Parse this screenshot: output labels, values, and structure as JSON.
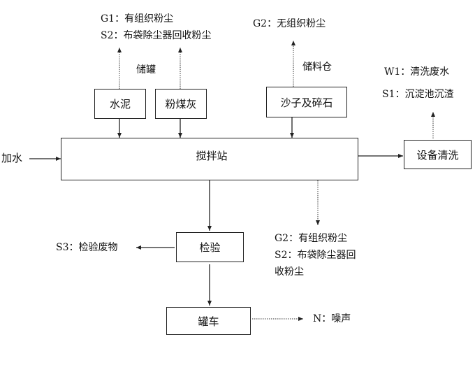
{
  "nodes": {
    "cement": "水泥",
    "flyash": "粉煤灰",
    "sand_gravel": "沙子及碎石",
    "mixing_station": "搅拌站",
    "equipment_cleaning": "设备清洗",
    "inspection": "检验",
    "tank_truck": "罐车"
  },
  "labels": {
    "storage_tank": "储罐",
    "storage_bin": "储料仓",
    "add_water": "加水",
    "g1_code": "G1：",
    "g1_text": "有组织粉尘",
    "s2_top_code": "S2：",
    "s2_top_text": "布袋除尘器回收粉尘",
    "g2_top_code": "G2：",
    "g2_top_text": "无组织粉尘",
    "w1_code": "W1：",
    "w1_text": "清洗废水",
    "s1_code": "S1：",
    "s1_text": "沉淀池沉渣",
    "g2_bottom_code": "G2：",
    "g2_bottom_text": "有组织粉尘",
    "s2_bottom_code": "S2：",
    "s2_bottom_text_line1": "布袋除尘器回",
    "s2_bottom_text_line2": "收粉尘",
    "s3_code": "S3：",
    "s3_text": "检验废物",
    "n_code": "N：",
    "n_text": "噪声"
  }
}
